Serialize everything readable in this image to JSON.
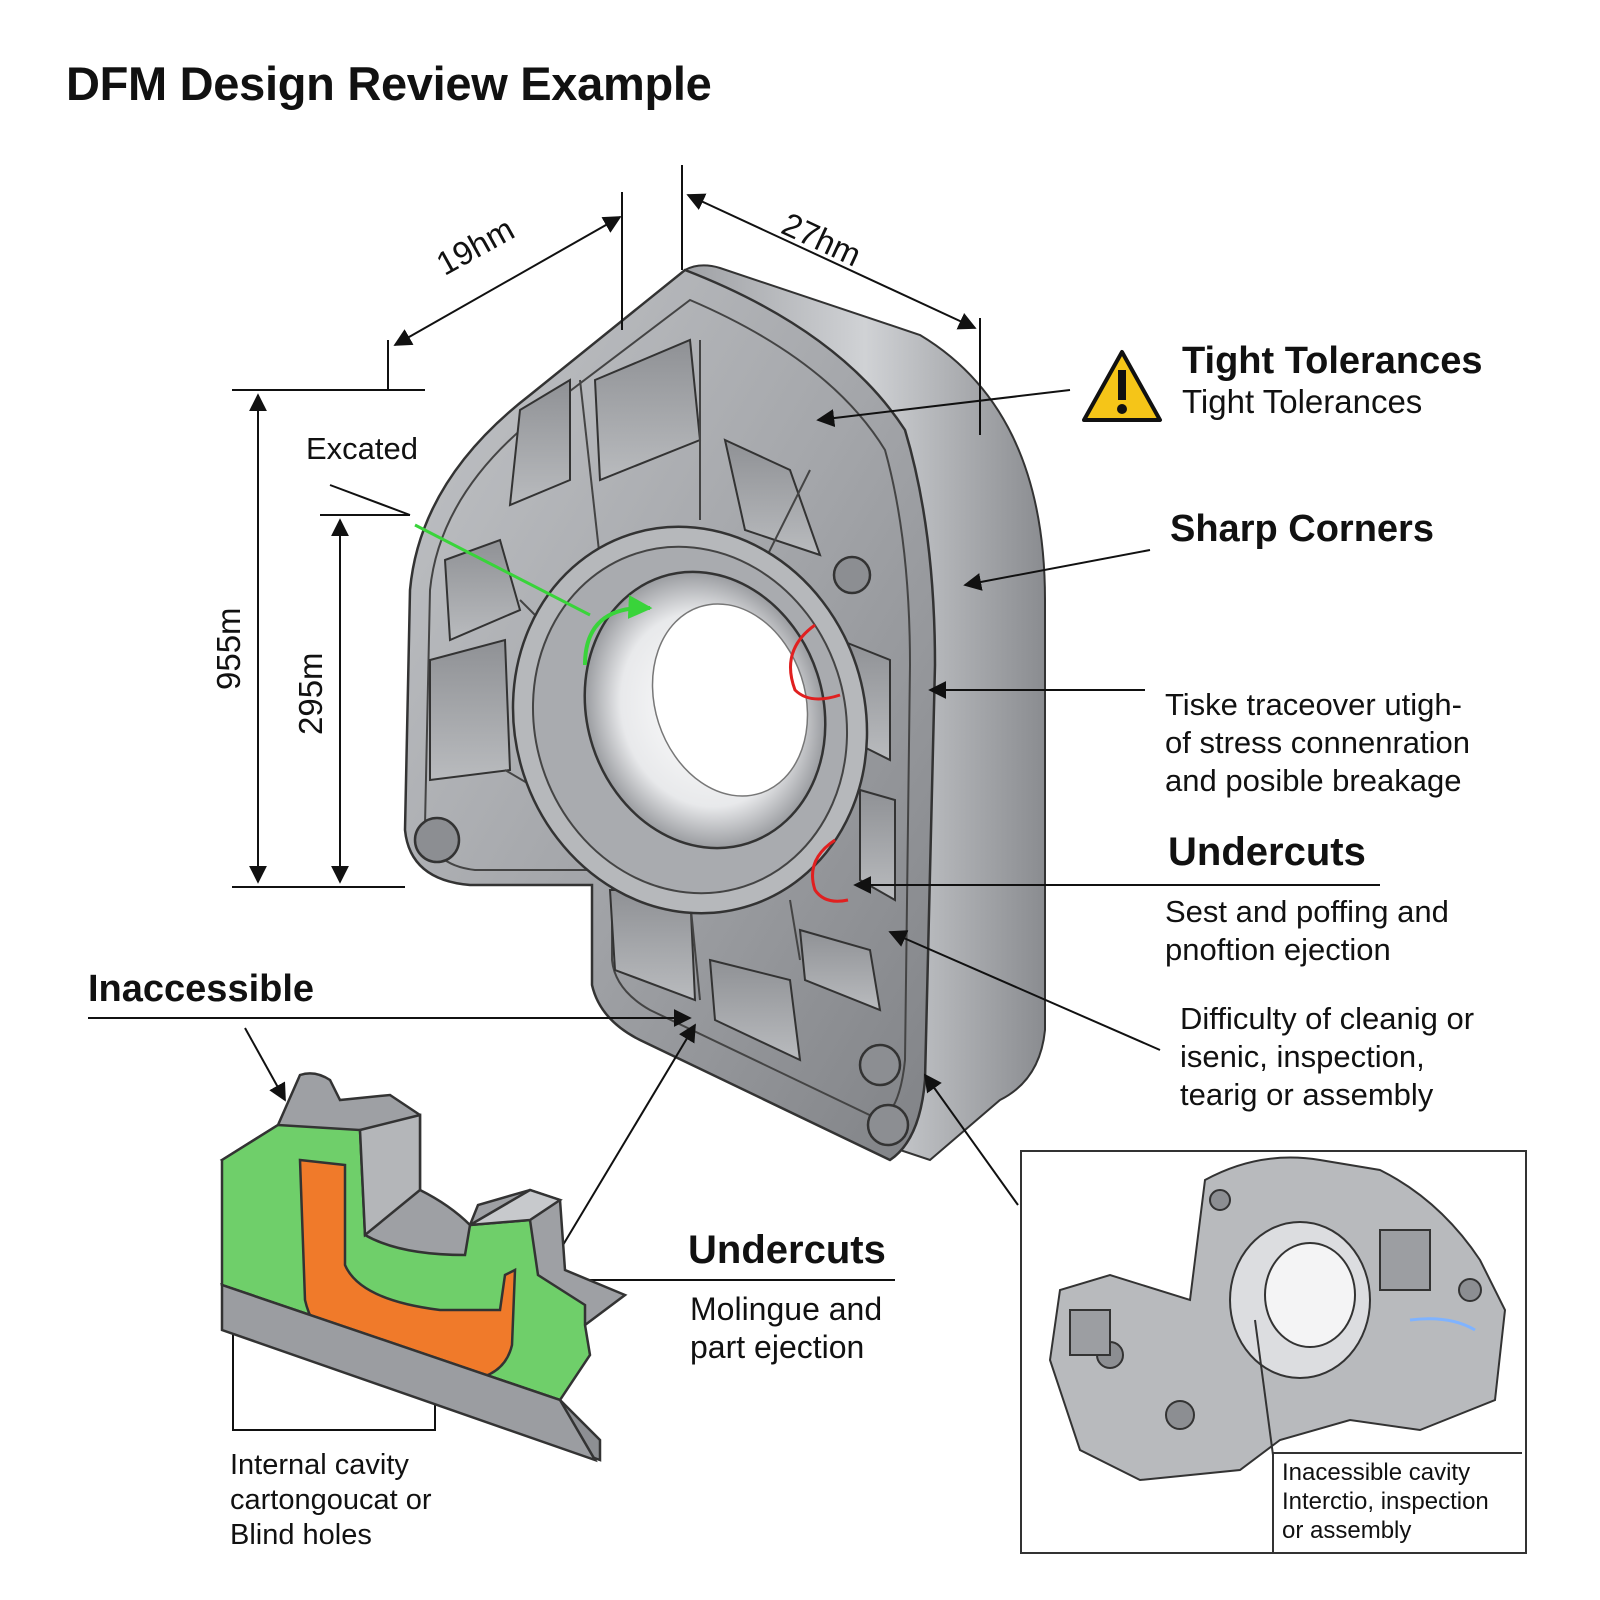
{
  "title": "DFM Design Review Example",
  "dimensions": {
    "top_left": "19hm",
    "top_right": "27hm",
    "height_outer": "955m",
    "height_inner": "295m"
  },
  "callouts": {
    "excated": "Excated",
    "tight_tolerances": {
      "heading": "Tight Tolerances",
      "subheading": "Tight Tolerances"
    },
    "sharp_corners": {
      "heading": "Sharp Corners",
      "lines": [
        "Tiske traceover utigh-",
        "of stress connenration",
        "and posible breakage"
      ]
    },
    "undercuts_top": {
      "heading": "Undercuts",
      "lines": [
        "Sest and poffing and",
        "pnoftion ejection"
      ]
    },
    "difficulty": {
      "lines": [
        "Difficulty of cleanig or",
        "isenic, inspection,",
        "tearig or assembly"
      ]
    },
    "inaccessible": "Inaccessible",
    "undercuts_bottom": {
      "heading": "Undercuts",
      "lines": [
        "Molingue and",
        "part ejection"
      ]
    },
    "internal_cavity": {
      "lines": [
        "Internal cavity",
        "cartongoucat or",
        "Blind holes"
      ]
    }
  },
  "inset": {
    "caption": [
      "Inacessible cavity",
      "Interctio, inspection",
      "or assembly"
    ]
  },
  "icons": [
    "warning-icon"
  ],
  "colors": {
    "part_gray": "#9a9ca0",
    "highlight_green": "#39d43a",
    "cavity_orange": "#f07a2a",
    "marker_red": "#e02020",
    "warning_yellow": "#f5c518"
  }
}
